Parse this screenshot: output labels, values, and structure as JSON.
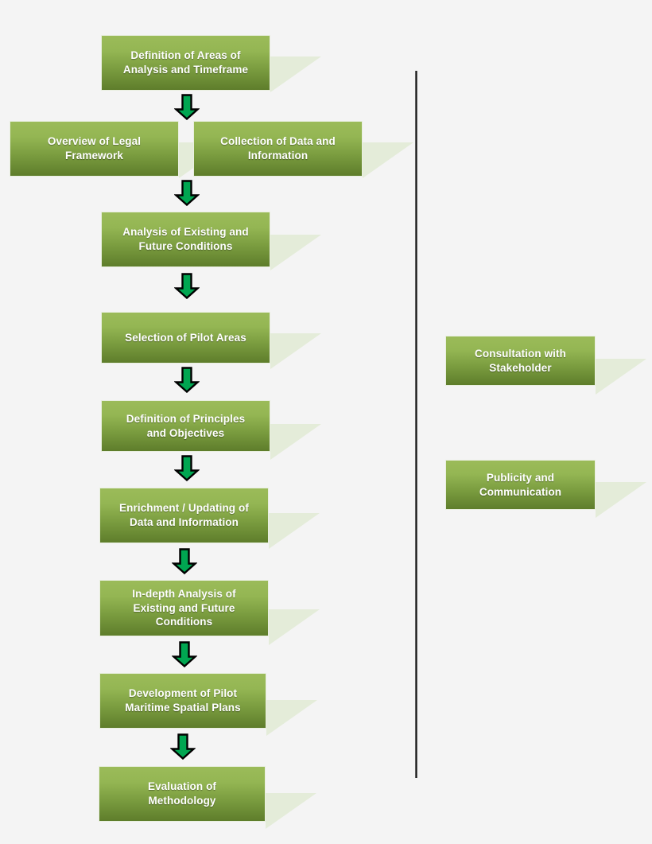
{
  "diagram": {
    "title": "Maritime Spatial Planning Methodology Flowchart",
    "background_color": "#f4f4f4",
    "box_gradient_top": "#9bbb59",
    "box_gradient_bottom": "#5e7d2b",
    "shadow_color": "#e4ecd9",
    "arrow_fill": "#00a651",
    "arrow_outline": "#000000",
    "divider_color": "#111111"
  },
  "main_flow": {
    "steps": [
      {
        "id": "step-1",
        "label": "Definition of Areas of\nAnalysis and Timeframe"
      },
      {
        "id": "step-2a",
        "label": "Overview of Legal\nFramework"
      },
      {
        "id": "step-2b",
        "label": "Collection of Data and\nInformation"
      },
      {
        "id": "step-3",
        "label": "Analysis of  Existing and\nFuture Conditions"
      },
      {
        "id": "step-4",
        "label": "Selection of Pilot Areas"
      },
      {
        "id": "step-5",
        "label": "Definition of Principles\nand Objectives"
      },
      {
        "id": "step-6",
        "label": "Enrichment / Updating of\nData and Information"
      },
      {
        "id": "step-7",
        "label": "In-depth Analysis of\nExisting and Future\nConditions"
      },
      {
        "id": "step-8",
        "label": "Development of Pilot\nMaritime Spatial Plans"
      },
      {
        "id": "step-9",
        "label": "Evaluation of\nMethodology"
      }
    ],
    "connector_icon": "down-arrow-icon",
    "connector_count": 8
  },
  "side_panel": {
    "items": [
      {
        "id": "side-1",
        "label": "Consultation with\nStakeholder"
      },
      {
        "id": "side-2",
        "label": "Publicity and\nCommunication"
      }
    ]
  }
}
